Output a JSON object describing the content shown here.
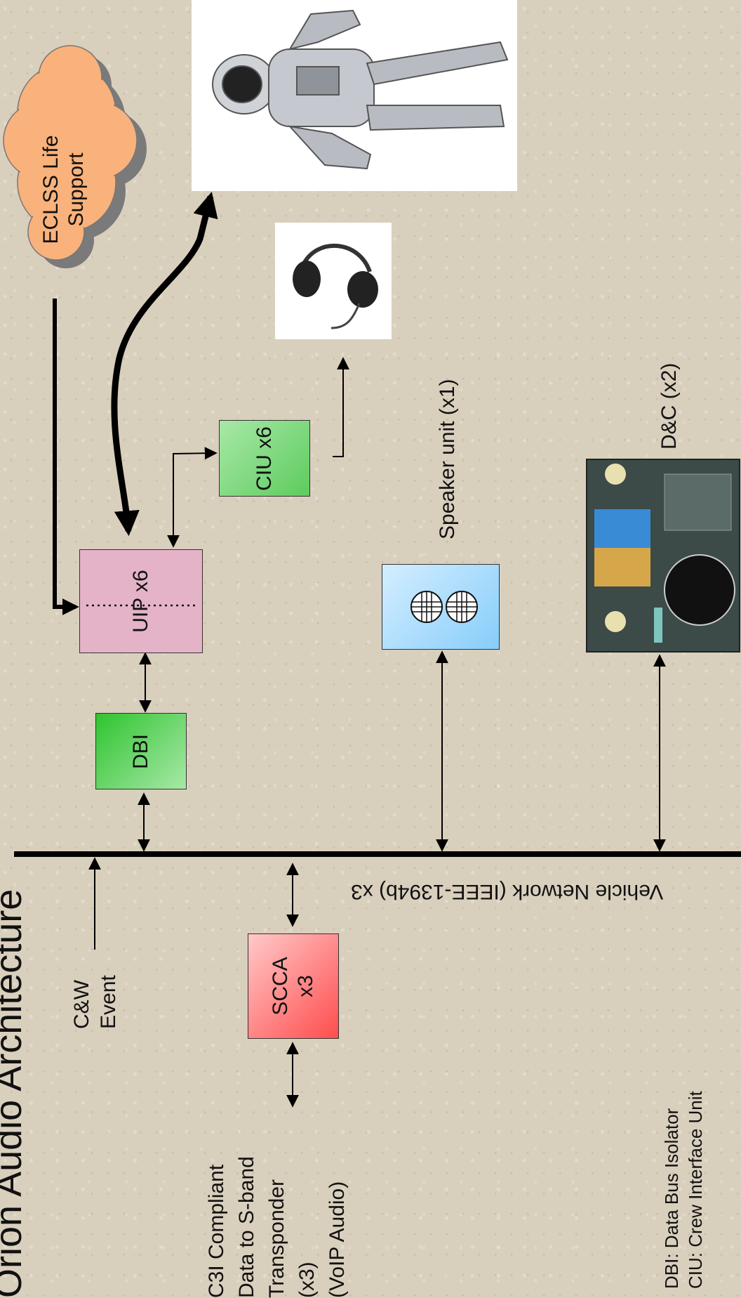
{
  "title": "Orion Audio Architecture",
  "eclss": "ECLSS Life Support",
  "uip": "UIP x6",
  "ciu": "CIU x6",
  "dbi": "DBI",
  "speaker_label": "Speaker unit (x1)",
  "dc_label": "D&C (x2)",
  "network_label": "Vehicle Network (IEEE-1394b) x3",
  "cw_event": [
    "C&W",
    "Event"
  ],
  "scca": "SCCA x3",
  "c3i_lines": [
    "C3I Compliant",
    "Data to S-band",
    "Transponder",
    "(x3)",
    "(VoIP Audio)"
  ],
  "legend": [
    "DBI:  Data Bus Isolator",
    "CIU:  Crew Interface Unit"
  ],
  "colors": {
    "uip": "#e4b3c8",
    "ciu": "#7fd47f",
    "dbi": "#5ccf5c",
    "scca": "#ff6b6b",
    "speaker": "#a8dcff",
    "eclss": "#f9b27b",
    "bus": "#000000"
  }
}
